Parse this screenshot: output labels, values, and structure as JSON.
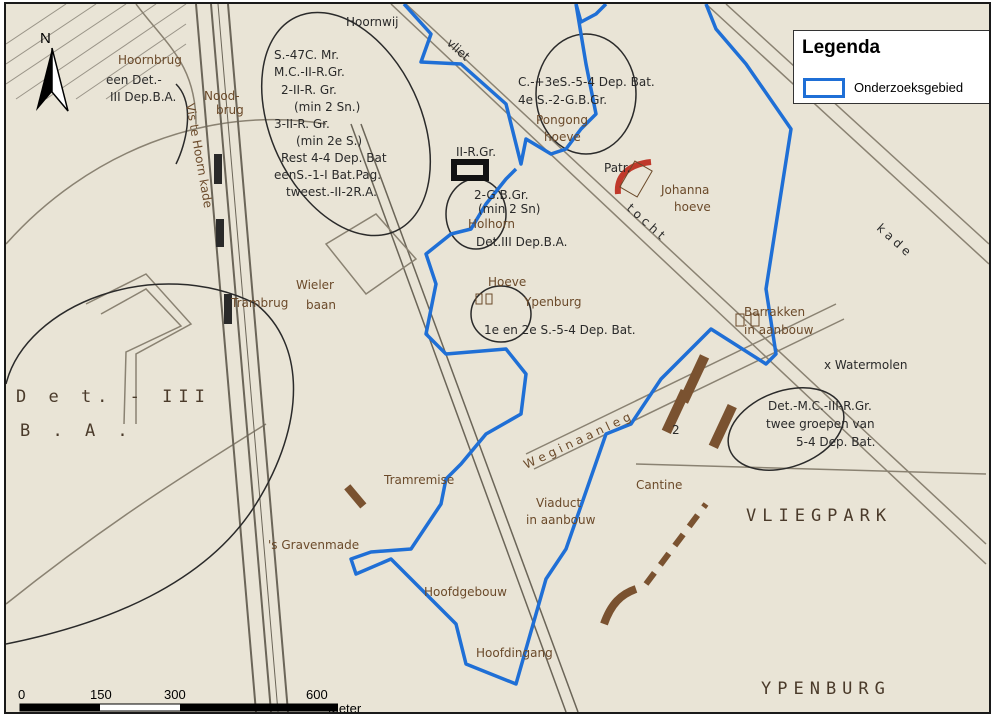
{
  "legend": {
    "title": "Legenda",
    "items": [
      {
        "label": "Onderzoeksgebied",
        "color": "#1f6fd6"
      }
    ]
  },
  "north_arrow": {
    "letter": "N"
  },
  "scale_bar": {
    "ticks": [
      "0",
      "150",
      "300",
      "600"
    ],
    "unit": "Meter"
  },
  "colors": {
    "boundary": "#1f6fd6",
    "paper": "#e9e4d6",
    "ink": "#2a2a2a",
    "brown": "#7a5230",
    "red": "#c0392b"
  },
  "map_labels": {
    "hoornwijk": "Hoornwij",
    "s47": "S.-47C. Mr.",
    "mc2": "M.C.-II-R.Gr.",
    "r2": "2-II-R. Gr.",
    "min2sn": "(min 2 Sn.)",
    "r3": "3-II-R. Gr.",
    "min2s": "(min 2e S.)",
    "rest": "Rest 4-4 Dep. Bat",
    "eens": "eenS.-1-I Bat.Pag.",
    "tweest": "tweest.-II-2R.A.",
    "hoornbrug": "Hoornbrug",
    "eendet": "een Det.-",
    "iiidep": "III Dep.B.A.",
    "noodbrug1": "Nood-",
    "noodbrug2": "brug",
    "vistehoorn": "Vis te Hoorn kade",
    "c3": "C.-+3eS.-5-4 Dep. Bat.",
    "s4": "4e S.-2-G.B.Gr.",
    "pongong": "Pongong",
    "hoeve1": "hoeve",
    "patr": "Patr.",
    "johanna": "Johanna",
    "hoeve2": "hoeve",
    "iirgr": "II-R.Gr.",
    "gbgr": "2-G.B.Gr.",
    "min2sn2": "(min 2 Sn)",
    "hoolhorn": "Holhorn",
    "detiii": "Det.III Dep.B.A.",
    "vliet": "vliet",
    "tocht": "t o c h t",
    "kade": "k a d e",
    "wieler": "Wieler",
    "baan": "baan",
    "hoeve3": "Hoeve",
    "ypenburg": "Ypenburg",
    "s1s2": "1e en 2e S.-5-4 Dep. Bat.",
    "barrakken": "Barrakken",
    "inaanbouw1": "in aanbouw",
    "watermolen": "x Watermolen",
    "trambrug": "Trambrug",
    "det3a": "D e t. -  III",
    "det3b": "B .  A .",
    "detmc": "Det.-M.C.-III-R.Gr.",
    "tweegr": "twee groepen van",
    "s54": "5-4 Dep. Bat.",
    "weg": "W e g   i n   a a n l e g",
    "num2": "2",
    "tramremise": "Tramremise",
    "cantine": "Cantine",
    "viaduct": "Viaduct",
    "inaanbouw2": "in aanbouw",
    "vliegpark": "VLIEGPARK",
    "gravenmade": "'s Gravenmade",
    "hoofdgebouw": "Hoofdgebouw",
    "hoofdingang": "Hoofdingang",
    "ypenburg2": "YPENBURG"
  }
}
